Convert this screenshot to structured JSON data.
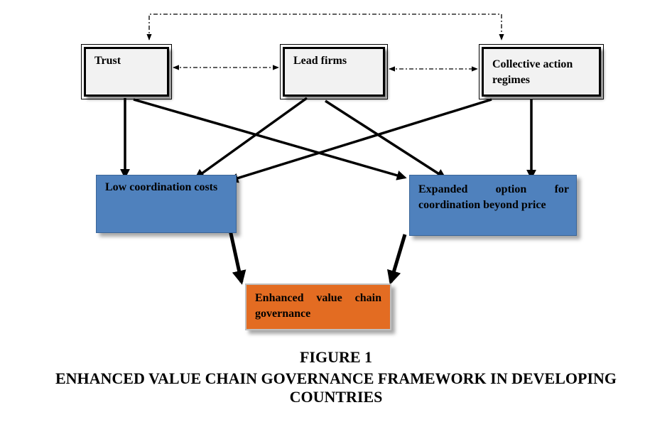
{
  "nodes": {
    "trust": "Trust",
    "lead_firms": "Lead firms",
    "collective_action": "Collective action regimes",
    "low_coordination": "Low coordination costs",
    "expanded_option": "Expanded option for coordination beyond price",
    "enhanced_governance": "Enhanced value chain governance"
  },
  "caption": {
    "figure_label": "FIGURE 1",
    "title": "ENHANCED VALUE CHAIN GOVERNANCE FRAMEWORK IN DEVELOPING COUNTRIES"
  },
  "colors": {
    "top_box_fill": "#f2f2f2",
    "middle_box_fill": "#4f81bd",
    "bottom_box_fill": "#e36c22",
    "arrow": "#000000"
  }
}
